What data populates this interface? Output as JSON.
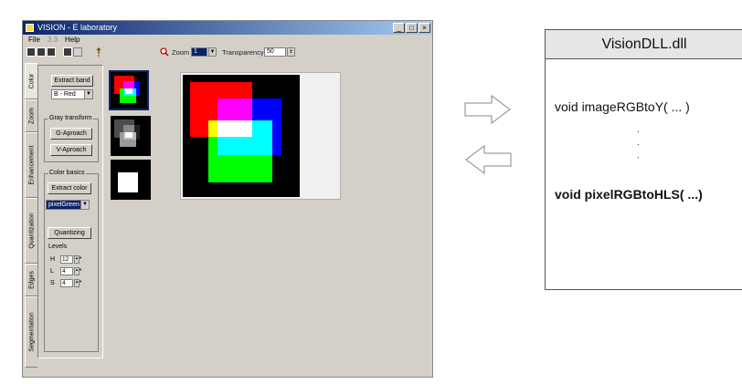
{
  "window": {
    "title": "VISION - E laboratory",
    "controls": [
      "_",
      "□",
      "×"
    ]
  },
  "menu": {
    "file": "File",
    "dim": "3.3",
    "help": "Help"
  },
  "toolbar": {
    "zoom_label": "Zoom",
    "zoom_value": "1",
    "transparency_label": "Transparency",
    "transparency_value": "50",
    "icons": [
      "new-icon",
      "save-icon",
      "open-icon",
      "print-icon",
      "copy-icon",
      "help-icon",
      "zoom-icon"
    ]
  },
  "tabs": [
    "Color",
    "Zoom",
    "Enhancement",
    "Quantization",
    "Edges",
    "Segmentation"
  ],
  "panel": {
    "extract_band": "Extract band",
    "band_value": "B - Red",
    "gray_group": "Gray transform",
    "g_approach": "G-Aproach",
    "v_approach": "V-Aproach",
    "color_group": "Color basics",
    "extract_color": "Extract color",
    "color_space": "pixelGreen",
    "quantizing": "Quantizing",
    "levels_label": "Levels",
    "levels": [
      {
        "label": "H",
        "value": "12"
      },
      {
        "label": "L",
        "value": "4"
      },
      {
        "label": "S",
        "value": "4"
      }
    ]
  },
  "dll": {
    "title": "VisionDLL.dll",
    "line1": "void imageRGBtoY( ... )",
    "dot": ".",
    "line2": "void pixelRGBtoHLS( ...)"
  },
  "colors": {
    "red": "#ff0000",
    "green": "#00ff00",
    "blue": "#0000ff",
    "magenta": "#ff00ff",
    "cyan": "#00ffff",
    "yellow": "#ffff00",
    "white": "#ffffff"
  }
}
